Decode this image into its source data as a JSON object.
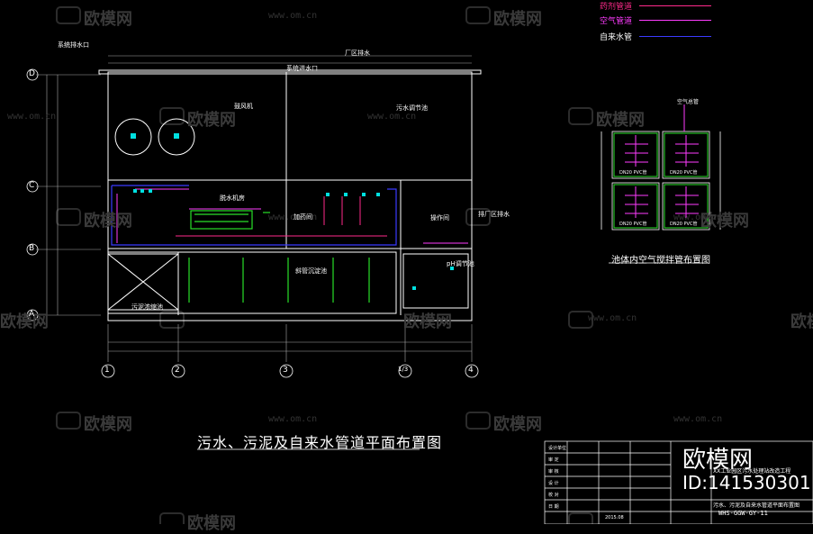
{
  "watermark": {
    "brand": "欧模网",
    "url": "www.om.cn"
  },
  "legend": [
    {
      "label": "药剂管道",
      "color": "#ff2a8a"
    },
    {
      "label": "空气管道",
      "color": "#ff3bff"
    },
    {
      "label": "自来水管",
      "color": "#3b3bff"
    }
  ],
  "main_title": "污水、污泥及自来水管道平面布置图",
  "sub_title": "池体内空气搅拌管布置图",
  "brand_overlay": {
    "name": "欧模网",
    "id": "ID:141530301"
  },
  "drawing_no": "WHS-GGW-GY-11",
  "date": "2015.08",
  "plan_labels": {
    "top_left": "系统排水口",
    "top_mid": "厂区排水",
    "top_mid2": "系统进水口",
    "room_left": "鼓风机",
    "room_right": "污水调节池",
    "machine_room": "脱水机房",
    "dosing_room": "加药间",
    "control_room": "操作间",
    "sludge_tank": "污泥浓缩池",
    "reaction_tank": "斜管沉淀池",
    "side_note": "排厂区排水",
    "ph_tank": "pH调节池"
  },
  "axis_numbers": [
    "1",
    "2",
    "3",
    "1/3",
    "4"
  ],
  "axis_letters": [
    "D",
    "C",
    "B",
    "A"
  ],
  "panel_labels": [
    "DN20 PVC管",
    "DN20 PVC管",
    "DN20 PVC管",
    "DN20 PVC管"
  ],
  "panel_top": "空气总管",
  "title_block": {
    "company_line": "XX工业园区污水处理站改造工程",
    "drawing_name": "污水、污泥及自来水管道平面布置图",
    "rows": [
      "设计单位",
      "审 定",
      "审 核",
      "设 计",
      "校 对",
      "日 期"
    ]
  }
}
